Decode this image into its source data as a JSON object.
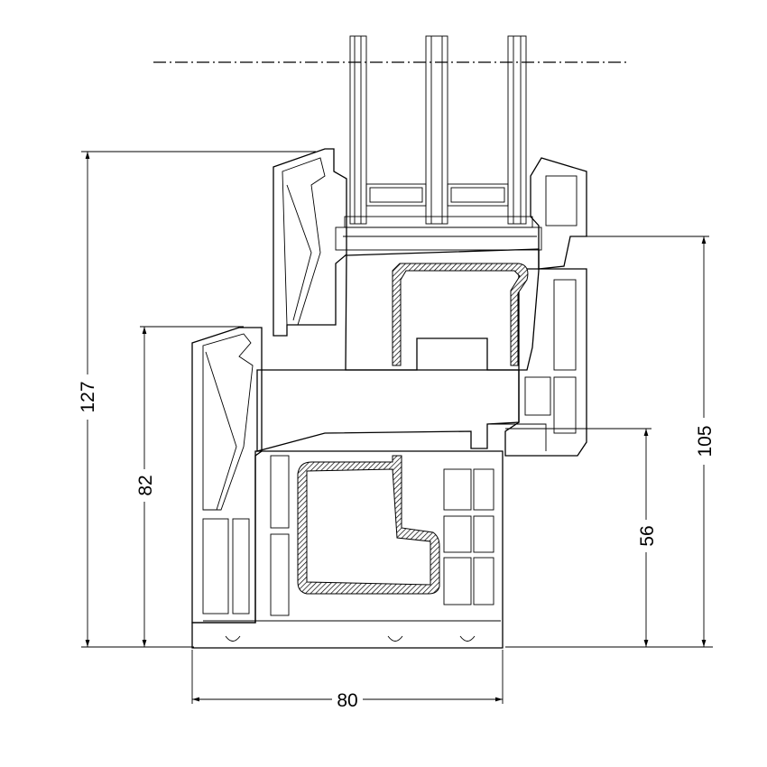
{
  "drawing": {
    "title": "window profile cross-section",
    "colors": {
      "line": "#000000",
      "background": "#ffffff"
    },
    "dimensions": {
      "overall_height": "127",
      "frame_height": "82",
      "frame_width": "80",
      "sill_height": "56",
      "glass_bead_height": "105"
    }
  }
}
